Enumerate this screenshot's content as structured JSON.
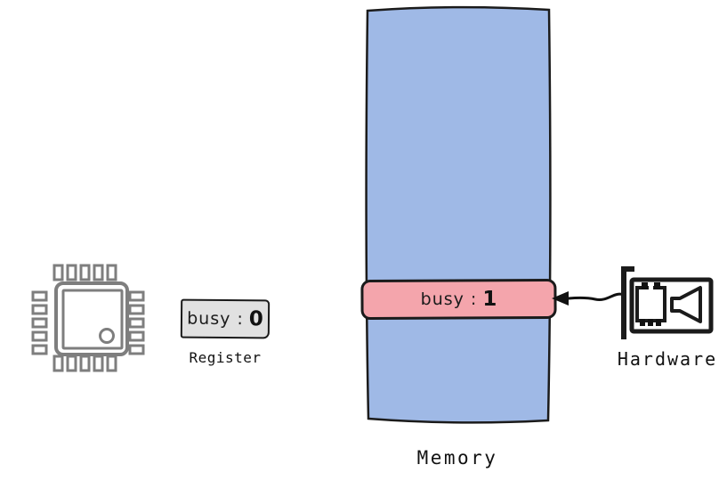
{
  "colors": {
    "memory_fill": "#9fb9e6",
    "busy_row_fill": "#f4a5ac",
    "register_fill": "#e1e1e1",
    "outline": "#1b1b1b",
    "cpu_icon_gray": "#7e7e7e"
  },
  "cpu": {
    "icon": "cpu-chip-icon"
  },
  "register": {
    "field": "busy :",
    "value": "0",
    "label": "Register"
  },
  "memory": {
    "label": "Memory",
    "busy_row": {
      "field": "busy :",
      "value": "1"
    }
  },
  "arrow": {
    "icon": "curved-arrow-left-icon"
  },
  "hardware": {
    "icon": "sound-card-icon",
    "label": "Hardware"
  }
}
